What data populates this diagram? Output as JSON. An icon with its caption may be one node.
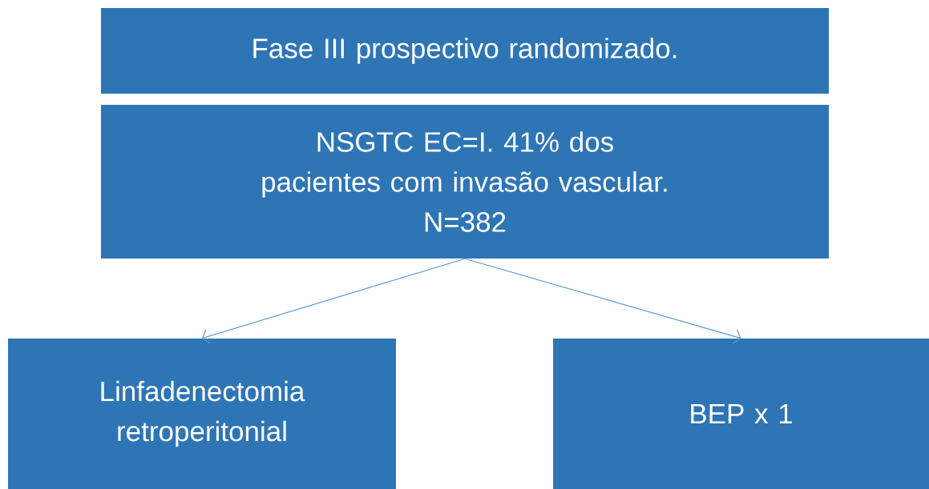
{
  "diagram": {
    "nodes": [
      {
        "text": [
          "Fase III prospectivo randomizado."
        ]
      },
      {
        "text": [
          "NSGTC EC=I. 41% dos pacientes com invasão vascular.",
          "N=382"
        ]
      },
      {
        "text": [
          "Linfadenectomia retroperitonial"
        ]
      },
      {
        "text": [
          "BEP x 1"
        ]
      }
    ],
    "edges": [
      {
        "from": 1,
        "to": 2,
        "arrow": "to"
      },
      {
        "from": 1,
        "to": 3,
        "arrow": "to"
      }
    ]
  }
}
